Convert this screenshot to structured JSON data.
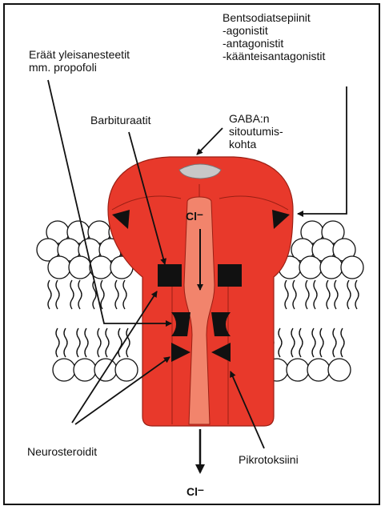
{
  "labels": {
    "benzodiazepine": {
      "title": "Bentsodiatsepiinit",
      "lines": [
        "-agonistit",
        "-antagonistit",
        "-käänteisantagonistit"
      ]
    },
    "anesthetics": [
      "Eräät yleisanesteetit",
      "mm. propofoli"
    ],
    "barbiturates": "Barbituraatit",
    "gaba_site": [
      "GABA:n",
      "sitoutumis-",
      "kohta"
    ],
    "neurosteroids": "Neurosteroidit",
    "picrotoxin": "Pikrotoksiini",
    "chloride_top": "Cl",
    "chloride_bottom": "Cl",
    "ion_charge": "–"
  },
  "colors": {
    "receptor": "#e8392b",
    "receptor_outline": "#9a1f14",
    "channel": "#f2846c",
    "binding_site": "#111111",
    "gaba_site": "#c8c8c8",
    "lipid_head": "#ffffff",
    "ink": "#111111"
  }
}
